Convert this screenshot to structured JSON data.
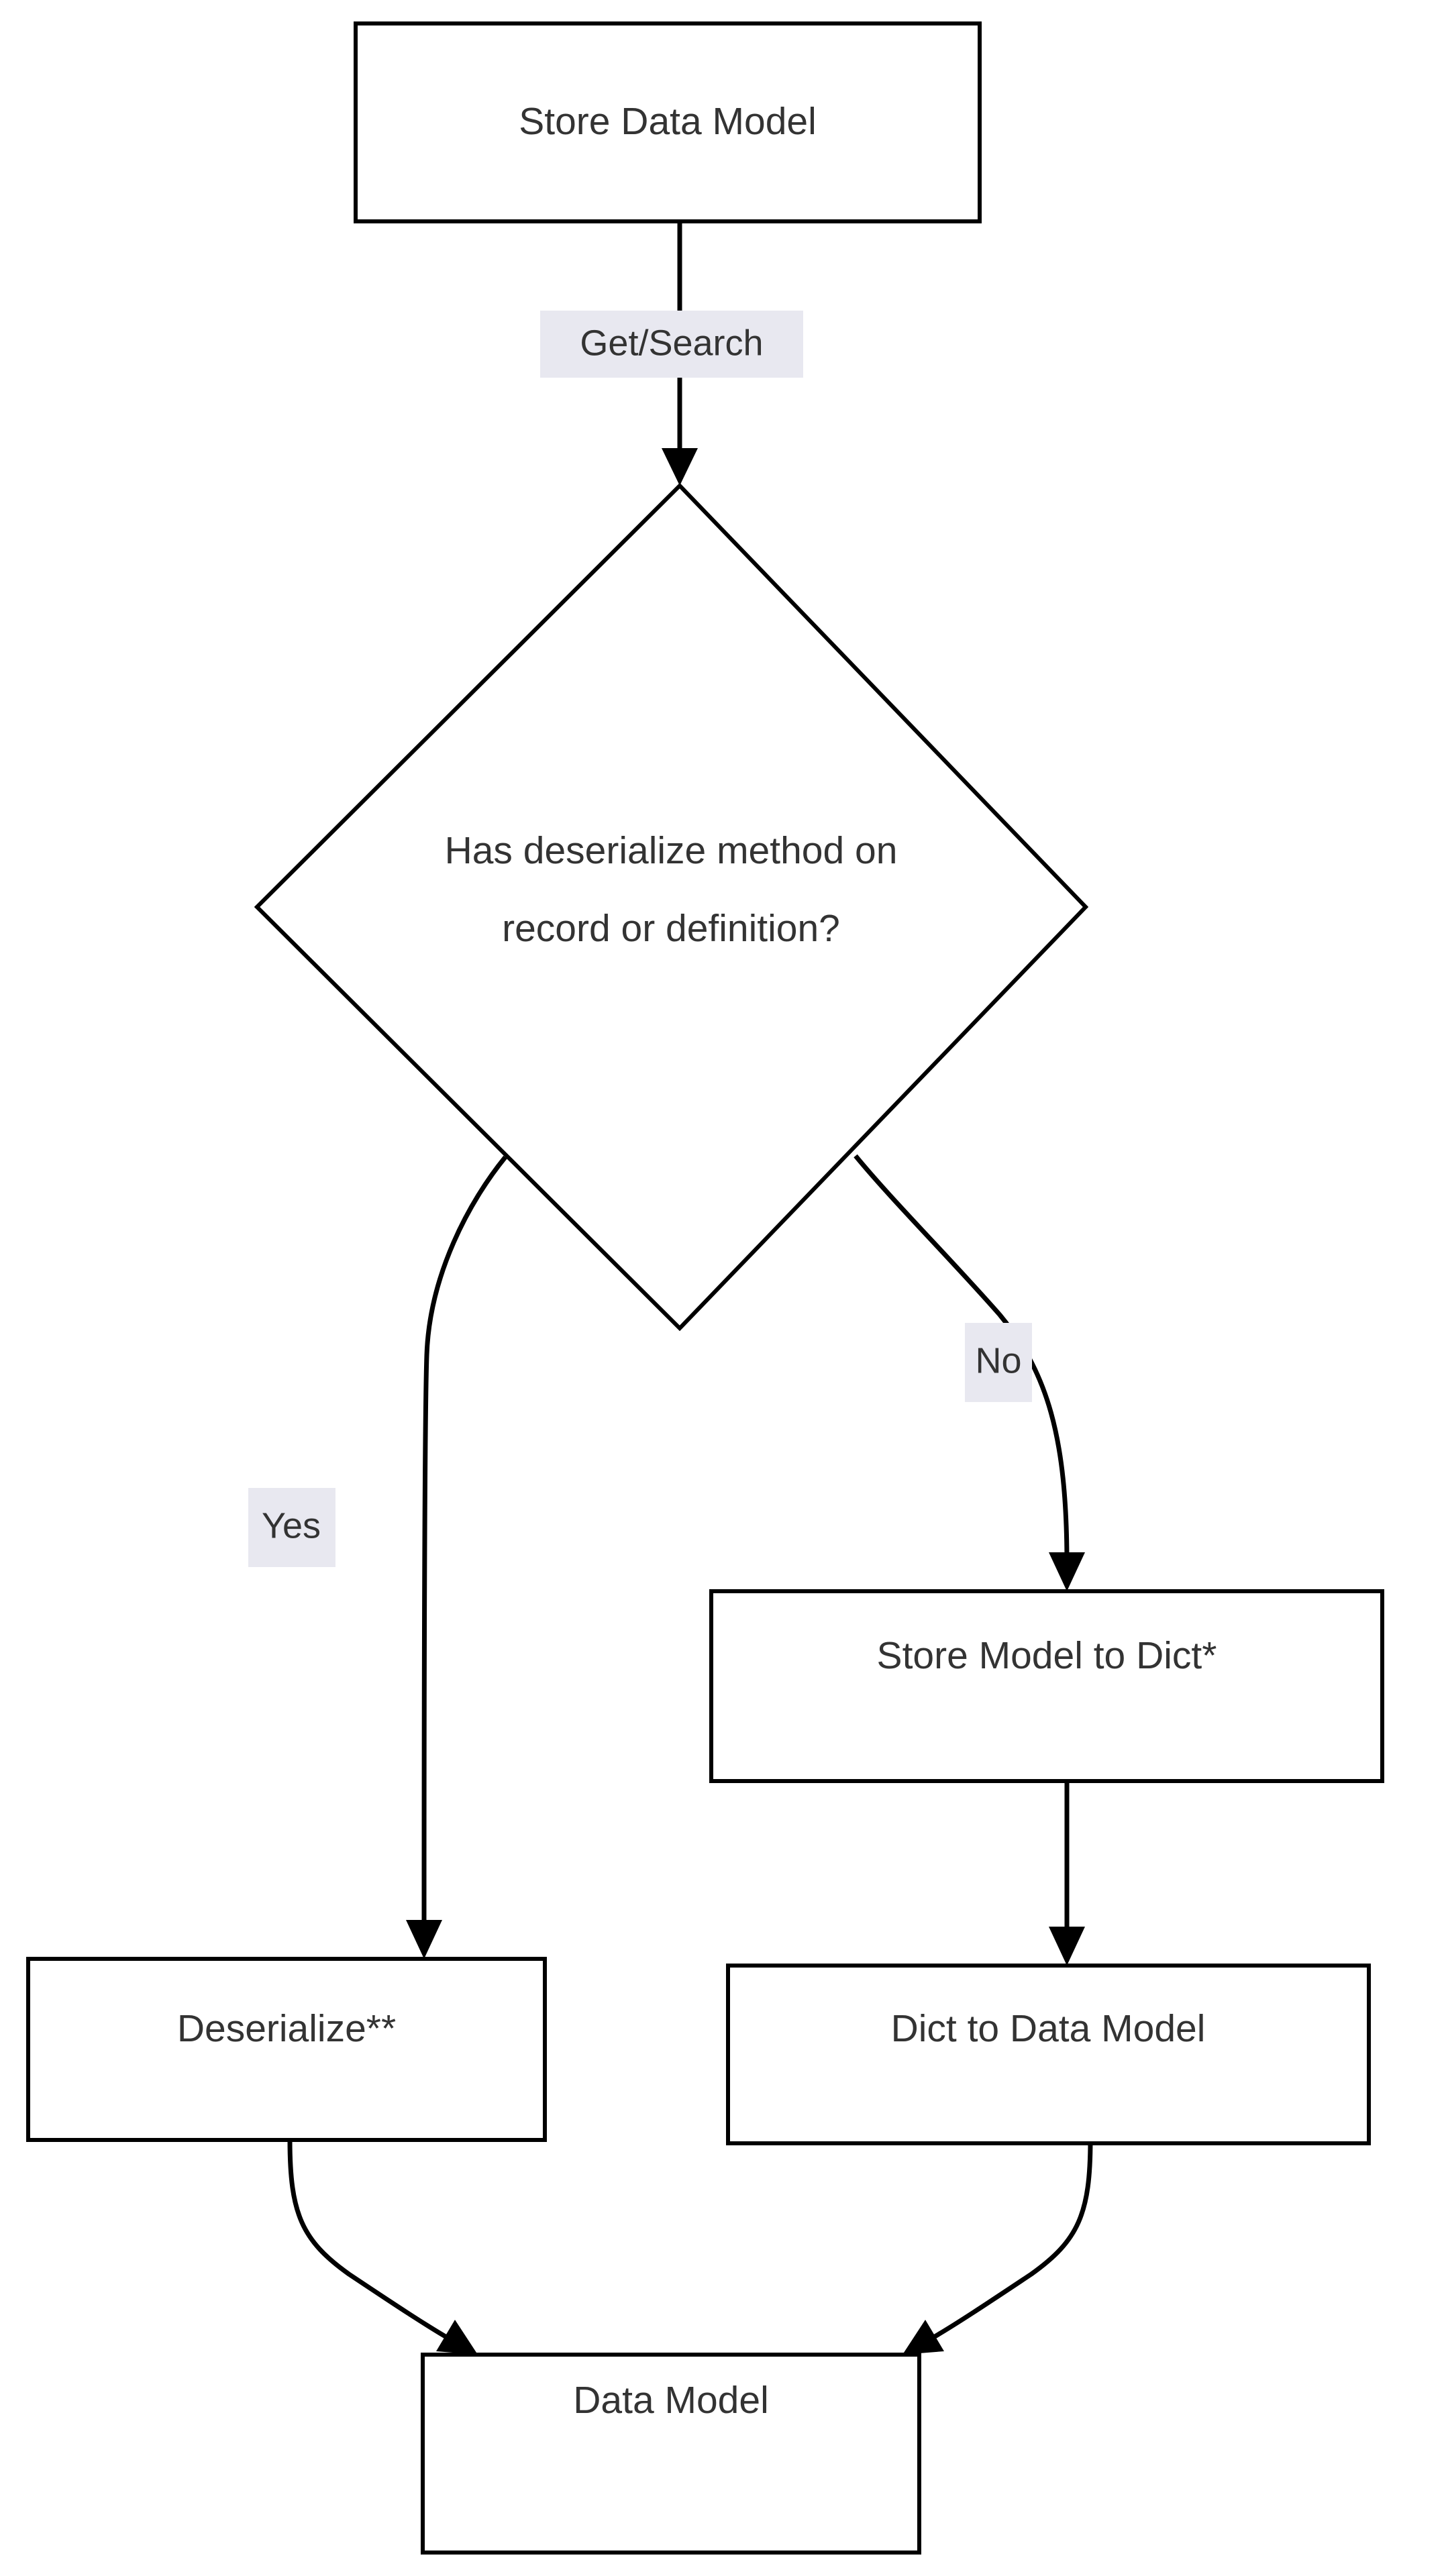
{
  "diagram": {
    "type": "flowchart",
    "orientation": "top-to-bottom",
    "background_color": "#ffffff",
    "node_fill": "#ffffff",
    "node_stroke": "#000000",
    "text_color": "#333333",
    "edge_label_background": "#e8e8f0",
    "nodes": [
      {
        "id": "store-data-model",
        "shape": "rectangle",
        "label": "Store Data Model"
      },
      {
        "id": "has-deserialize-decision",
        "shape": "diamond",
        "label_line1": "Has deserialize method on",
        "label_line2": "record or definition?"
      },
      {
        "id": "store-model-to-dict",
        "shape": "rectangle",
        "label": "Store Model to Dict*"
      },
      {
        "id": "deserialize",
        "shape": "rectangle",
        "label": "Deserialize**"
      },
      {
        "id": "dict-to-data-model",
        "shape": "rectangle",
        "label": "Dict to Data Model"
      },
      {
        "id": "data-model",
        "shape": "rectangle",
        "label": "Data Model"
      }
    ],
    "edges": [
      {
        "id": "edge-store-to-decision",
        "from": "store-data-model",
        "to": "has-deserialize-decision",
        "label": "Get/Search"
      },
      {
        "id": "edge-decision-yes",
        "from": "has-deserialize-decision",
        "to": "deserialize",
        "label": "Yes"
      },
      {
        "id": "edge-decision-no",
        "from": "has-deserialize-decision",
        "to": "store-model-to-dict",
        "label": "No"
      },
      {
        "id": "edge-dict-chain",
        "from": "store-model-to-dict",
        "to": "dict-to-data-model",
        "label": ""
      },
      {
        "id": "edge-deserialize-to-result",
        "from": "deserialize",
        "to": "data-model",
        "label": ""
      },
      {
        "id": "edge-dict-to-result",
        "from": "dict-to-data-model",
        "to": "data-model",
        "label": ""
      }
    ]
  }
}
